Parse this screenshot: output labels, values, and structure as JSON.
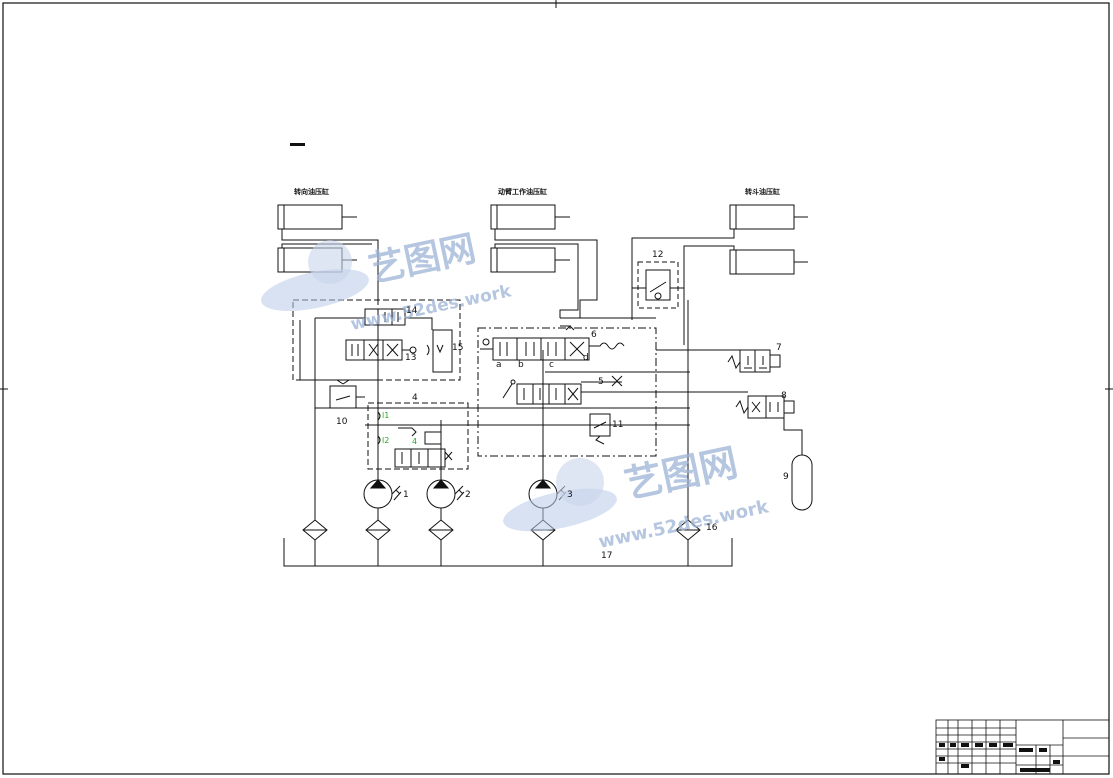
{
  "titles": {
    "left_cylinder": "转向油压缸",
    "mid_cylinder": "动臂工作油压缸",
    "right_cylinder": "转斗油压缸"
  },
  "components": {
    "c1": "1",
    "c2": "2",
    "c3": "3",
    "c4": "4",
    "c5": "5",
    "c6": "6",
    "c7": "7",
    "c8": "8",
    "c9": "9",
    "c10": "10",
    "c11": "11",
    "c12": "12",
    "c13": "13",
    "c14": "14",
    "c15": "15",
    "c16": "16",
    "c17": "17"
  },
  "valve_positions": {
    "a": "a",
    "b": "b",
    "c": "c",
    "d": "d"
  },
  "green_labels": {
    "l1": "l1",
    "l2": "l2",
    "l4": "4"
  },
  "watermark": {
    "brand": "艺图网",
    "url": "www.52des.work",
    "color": "#9db3d6"
  },
  "line_color": "#111111"
}
